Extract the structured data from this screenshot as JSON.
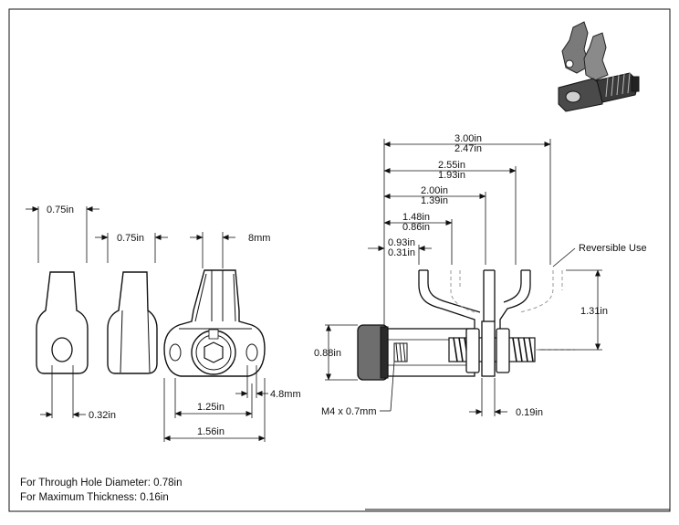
{
  "colors": {
    "line": "#111111",
    "part_fill": "#ffffff",
    "shade": "#6e6e6e",
    "dark": "#2a2a2a",
    "hidden": "#999999"
  },
  "icon": "isometric-3d-preview-icon",
  "views": {
    "side1": {
      "width_label": "0.75in",
      "hole_label": "0.32in"
    },
    "side2": {
      "width_label": "0.75in"
    },
    "front": {
      "top_label": "8mm",
      "slot_label": "4.8mm",
      "pitch_label": "1.25in",
      "overall_label": "1.56in"
    },
    "assembly": {
      "dim_a": "3.00in",
      "dim_b": "2.47in",
      "dim_c": "2.55in",
      "dim_d": "1.93in",
      "dim_e": "2.00in",
      "dim_f": "1.39in",
      "dim_g": "1.48in",
      "dim_h": "0.86in",
      "dim_i": "0.93in",
      "dim_j": "0.31in",
      "reversible_label": "Reversible Use",
      "height_label": "1.31in",
      "body_label": "0.88in",
      "thread_label": "M4 x 0.7mm",
      "plate_label": "0.19in"
    }
  },
  "notes": {
    "through_hole": "For Through Hole Diameter: 0.78in",
    "max_thickness": "For Maximum Thickness: 0.16in"
  }
}
